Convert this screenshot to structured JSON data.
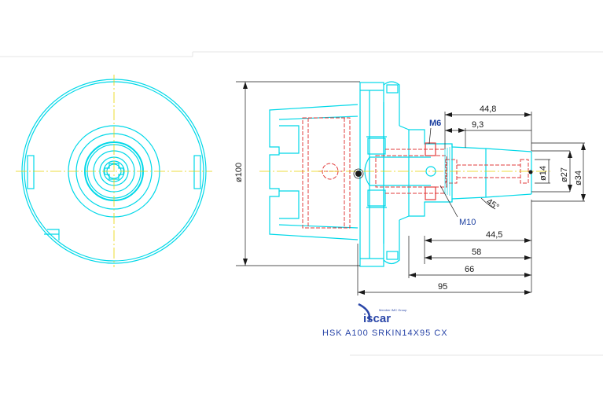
{
  "drawing": {
    "dimensions": {
      "d100": "ø100",
      "d27": "ø27",
      "d34": "ø34",
      "d14": "ø14",
      "len_44_8": "44,8",
      "len_9_3": "9,3",
      "len_44_5": "44,5",
      "len_58": "58",
      "len_66": "66",
      "len_95": "95",
      "angle_45": "45°"
    },
    "callouts": {
      "m6": "M6",
      "m10": "M10"
    },
    "product_code": "HSK  A100  SRKIN14X95  CX",
    "logo": {
      "wordmark": "iscar",
      "tagline": "Member IMC Group"
    },
    "colors": {
      "outline": "#00d8e8",
      "hidden": "#e23b3b",
      "center": "#e8d400",
      "dimension": "#1a1a1a",
      "callout": "#1b3fa0",
      "brand": "#2a46a8"
    }
  }
}
